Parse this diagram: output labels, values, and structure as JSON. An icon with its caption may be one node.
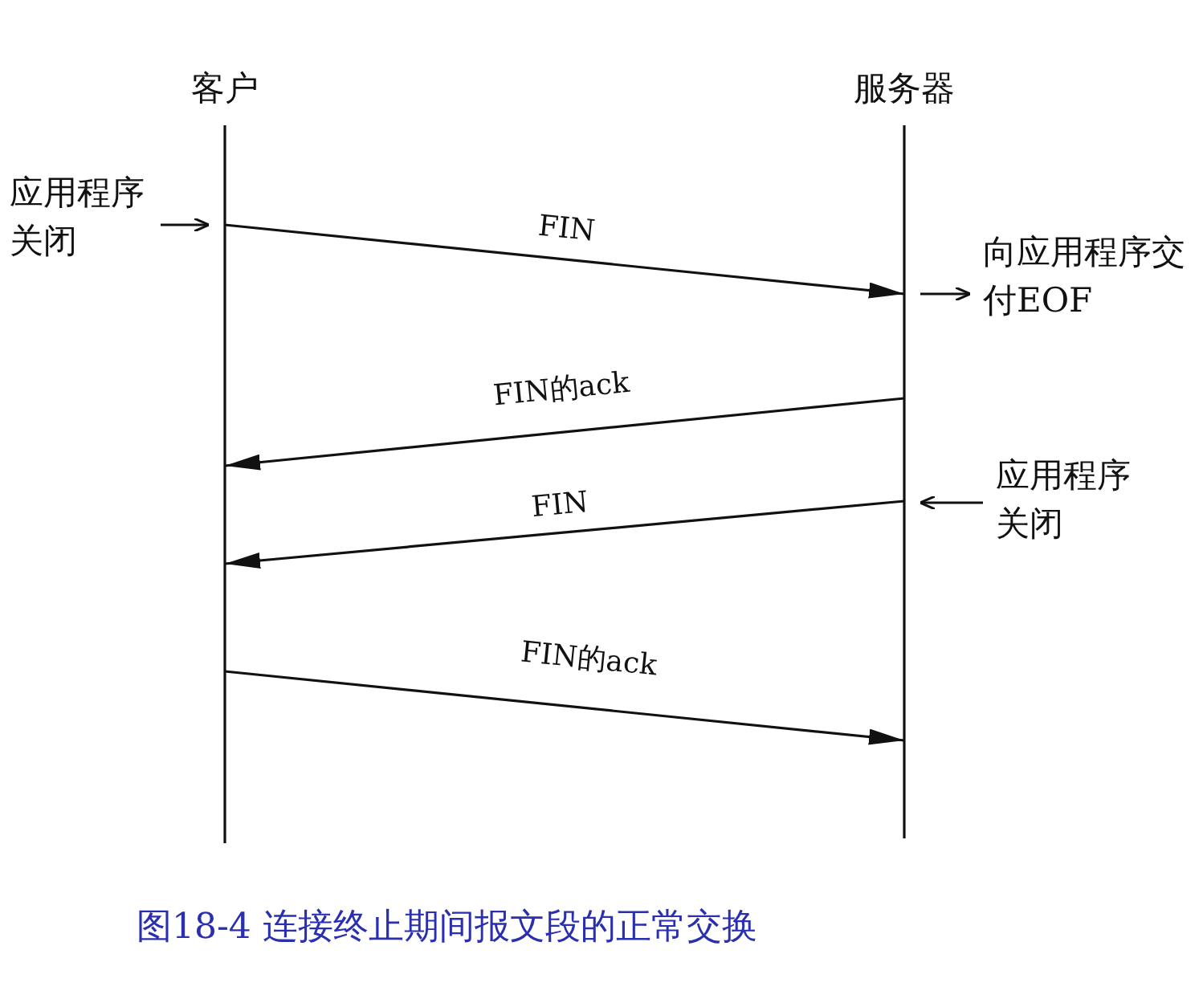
{
  "diagram": {
    "caption": "图18-4 连接终止期间报文段的正常交换",
    "nodes": [
      {
        "text": [
          "客户"
        ]
      },
      {
        "text": [
          "服务器"
        ]
      },
      {
        "text": [
          "应用程序关闭"
        ]
      },
      {
        "text": [
          "向应用程序交付EOF"
        ]
      },
      {
        "text": [
          "应用程序关闭"
        ]
      }
    ],
    "edges": [
      {
        "from": 0,
        "to": 1,
        "arrow": "to",
        "label": "FIN"
      },
      {
        "from": 1,
        "to": 0,
        "arrow": "to",
        "label": "FIN的ack"
      },
      {
        "from": 1,
        "to": 0,
        "arrow": "to",
        "label": "FIN"
      },
      {
        "from": 0,
        "to": 1,
        "arrow": "to",
        "label": "FIN的ack"
      },
      {
        "from": 2,
        "to": 0,
        "arrow": "to"
      },
      {
        "from": 1,
        "to": 3,
        "arrow": "to"
      },
      {
        "from": 4,
        "to": 1,
        "arrow": "to"
      }
    ]
  }
}
